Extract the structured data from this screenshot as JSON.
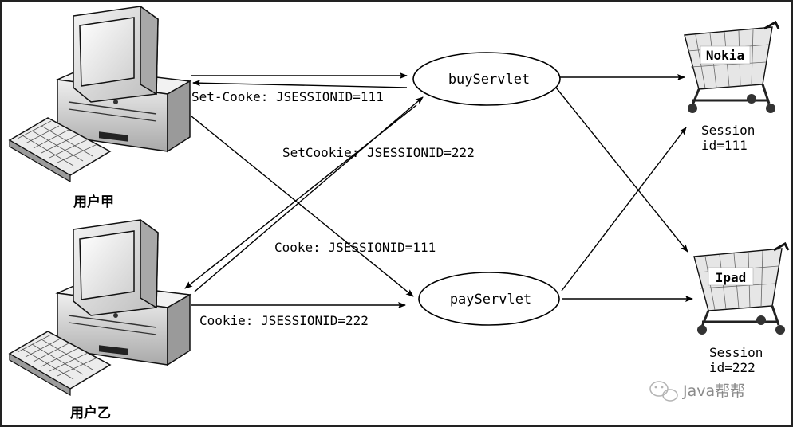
{
  "users": {
    "user_a": "用户甲",
    "user_b": "用户乙"
  },
  "servlets": {
    "buy": "buyServlet",
    "pay": "payServlet"
  },
  "carts": {
    "cart_1_item": "Nokia",
    "cart_1_session": "Session",
    "cart_1_id": "id=111",
    "cart_2_item": "Ipad",
    "cart_2_session": "Session",
    "cart_2_id": "id=222"
  },
  "labels": {
    "set_cookie_111": "Set-Cooke: JSESSIONID=111",
    "set_cookie_222": "SetCookie: JSESSIONID=222",
    "cookie_111": "Cooke: JSESSIONID=111",
    "cookie_222": "Cookie: JSESSIONID=222"
  },
  "watermark": {
    "text": "Java帮帮"
  }
}
